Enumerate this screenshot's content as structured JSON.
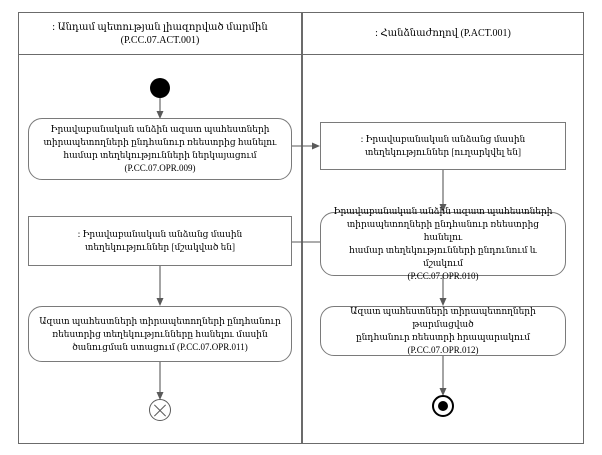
{
  "diagram": {
    "type": "uml-activity-diagram",
    "title_language": "Armenian"
  },
  "lanes": [
    {
      "id": "left",
      "header": {
        "line1": ": Անդամ պետության լիազորված մարմին",
        "line2": "(P.CC.07.ACT.001)"
      }
    },
    {
      "id": "right",
      "header": {
        "line1": ": Հանձնաժողով (P.ACT.001)",
        "line2": ""
      }
    }
  ],
  "nodes": {
    "initial": {
      "name": "initial-node",
      "shape": "filled-circle"
    },
    "left_action_1": {
      "kind": "action",
      "line1": "Իրավաբանական անձին ազատ պահեստների",
      "line2": "տիրապետողների ընդհանուր ռեեստրից հանելու",
      "line3": "համար տեղեկությունների ներկայացում",
      "line4": "(P.CC.07.OPR.009)"
    },
    "right_object_1": {
      "kind": "object",
      "line1": ": Իրավաբանական անձանց մասին",
      "line2": "տեղեկություններ [ուղարկվել են]"
    },
    "right_action_1": {
      "kind": "action",
      "line1": "Իրավաբանական անձին ազատ պահեստների",
      "line2": "տիրապետողների ընդհանուր ռեեստրից հանելու",
      "line3": "համար տեղեկությունների ընդունում և մշակում",
      "line4": "(P.CC.07.OPR.010)"
    },
    "left_object_1": {
      "kind": "object",
      "line1": ": Իրավաբանական անձանց մասին",
      "line2": "տեղեկություններ [մշակված են]"
    },
    "left_action_2": {
      "kind": "action",
      "line1": "Ազատ պահեստների տիրապետողների ընդհանուր",
      "line2": "ռեեստրից տեղեկությունները հանելու մասին",
      "line3": "ծանուցման ստացում (P.CC.07.OPR.011)",
      "line4": ""
    },
    "right_action_2": {
      "kind": "action",
      "line1": "Ազատ պահեստների տիրապետողների թարմացված",
      "line2": "ընդհանուր ռեեստրի հրապարակում (P.CC.07.OPR.012)",
      "line3": "",
      "line4": ""
    },
    "flow_final": {
      "name": "flow-final-node",
      "shape": "circle-with-x"
    },
    "activity_final": {
      "name": "activity-final-node",
      "shape": "filled-circle-in-ring"
    }
  },
  "colors": {
    "lane_border": "#6b6b6b",
    "node_border": "#7a7a7a",
    "edge": "#5a5a5a",
    "fill": "#ffffff",
    "control_node": "#000000"
  }
}
